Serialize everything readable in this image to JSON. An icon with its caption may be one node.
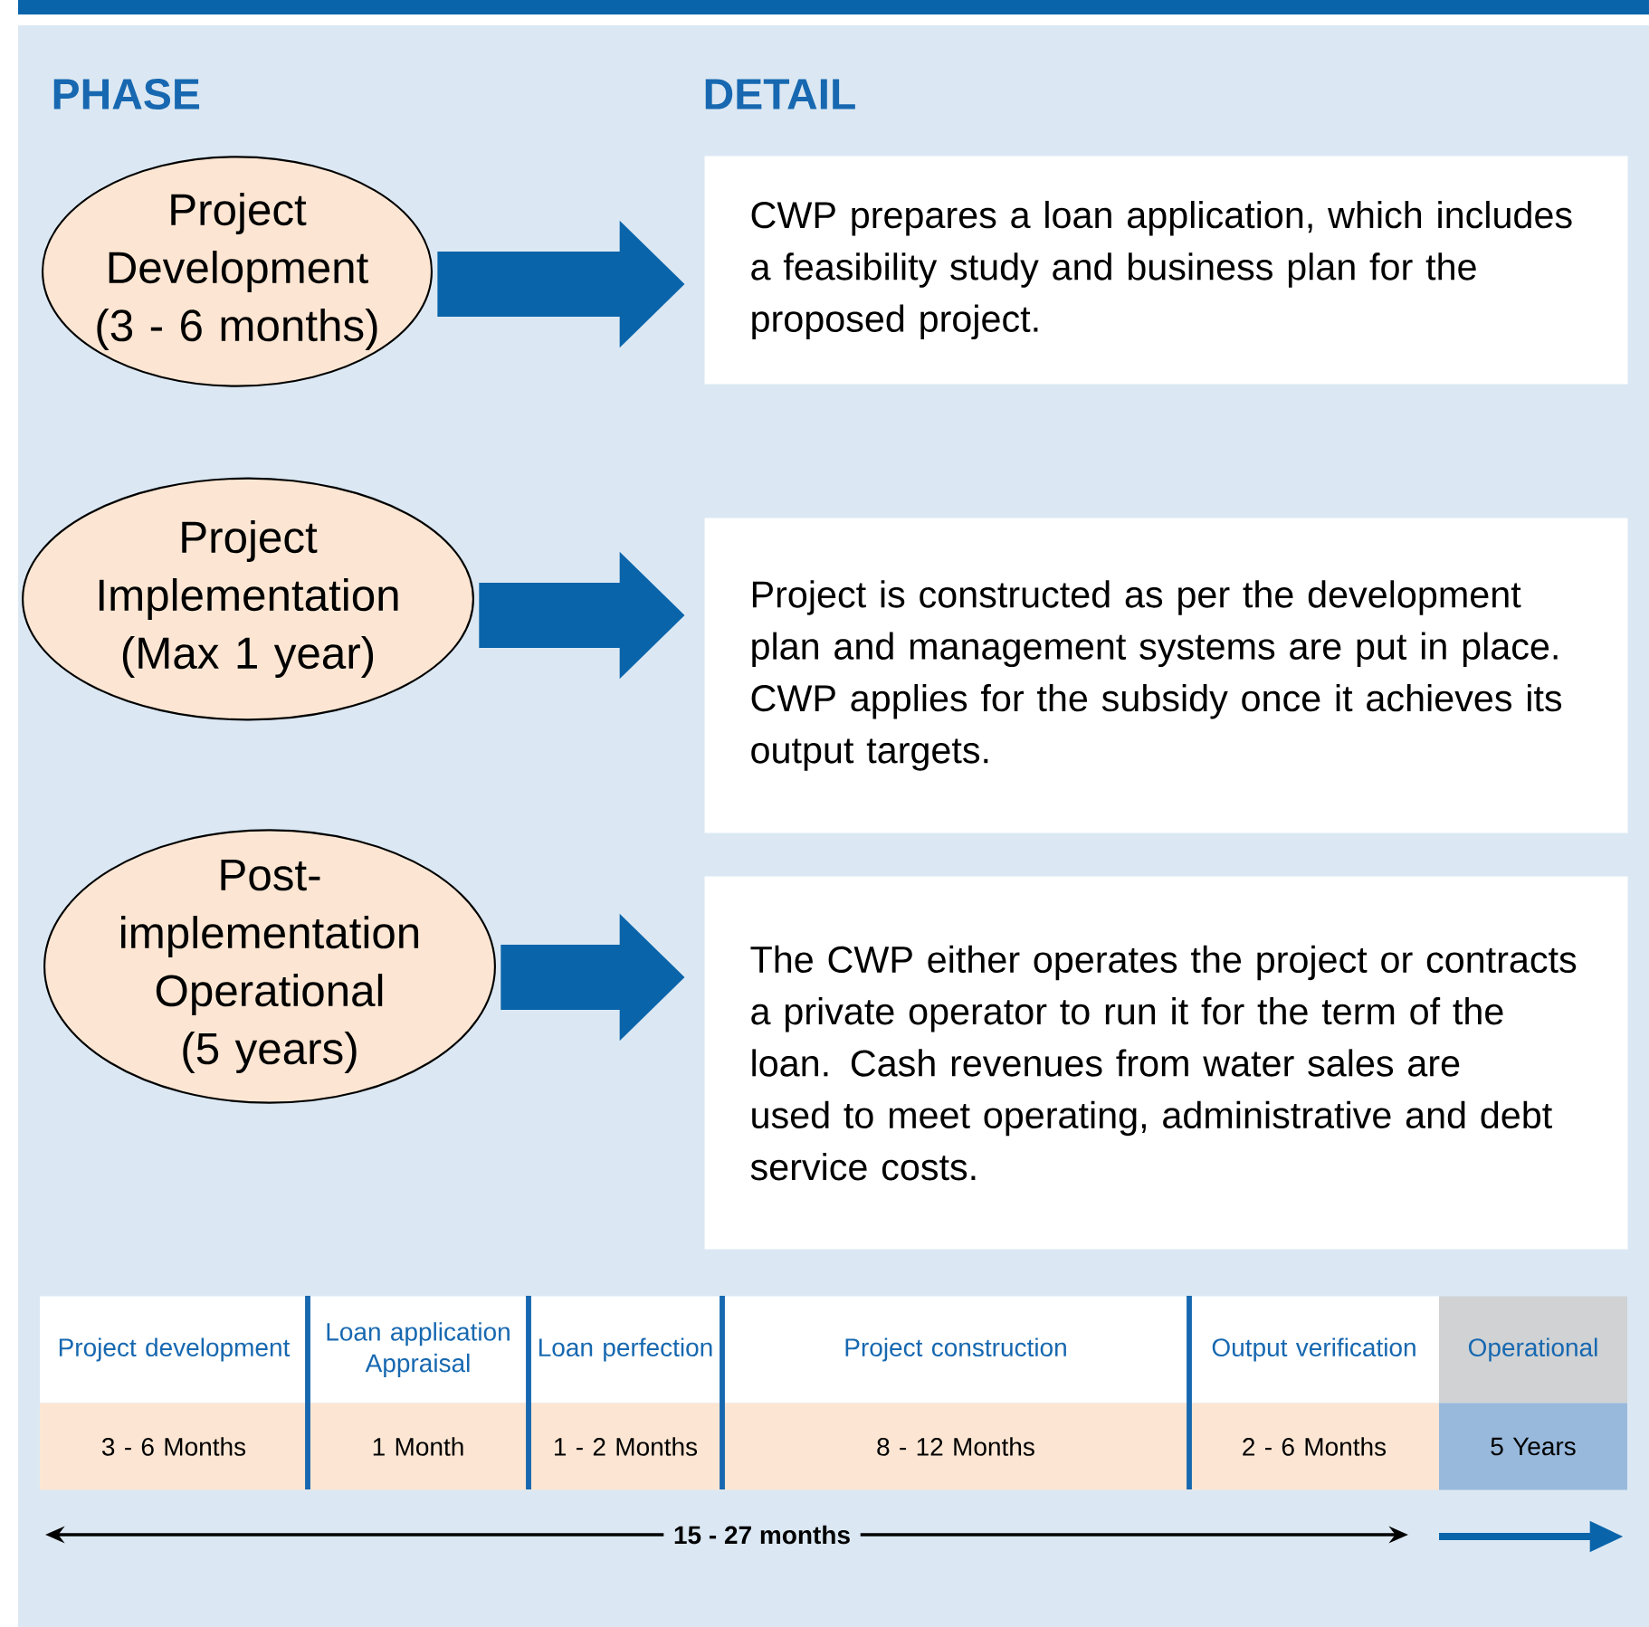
{
  "diagram": {
    "nodes": [
      {
        "text": [
          "Project Development (3 - 6 months)"
        ]
      },
      {
        "text": [
          "Project Implementation (Max 1 year)"
        ]
      },
      {
        "text": [
          "Post- implementation Operational (5 years)"
        ]
      },
      {
        "text": [
          "CWP prepares a loan application, which includes a feasibility study and business plan for the proposed project."
        ]
      },
      {
        "text": [
          "Project is constructed as per the development plan and management systems are put in place. CWP applies for the subsidy once it achieves its output targets."
        ]
      },
      {
        "text": [
          "The CWP either operates the project or contracts a private operator to run it for the term of the loan. Cash revenues from water sales are used to meet operating, administrative and debt service costs."
        ]
      }
    ],
    "edges": [
      {
        "from": 0,
        "to": 3,
        "arrow": "to"
      },
      {
        "from": 1,
        "to": 4,
        "arrow": "to"
      },
      {
        "from": 2,
        "to": 5,
        "arrow": "to"
      }
    ],
    "labels": [
      "PHASE",
      "DETAIL",
      "Project development",
      "Loan application Appraisal",
      "Loan perfection",
      "Project construction",
      "Output verification",
      "Operational",
      "3 - 6 Months",
      "1 Month",
      "1 - 2 Months",
      "8 - 12 Months",
      "2 - 6 Months",
      "5 Years",
      "15 - 27 months"
    ]
  }
}
